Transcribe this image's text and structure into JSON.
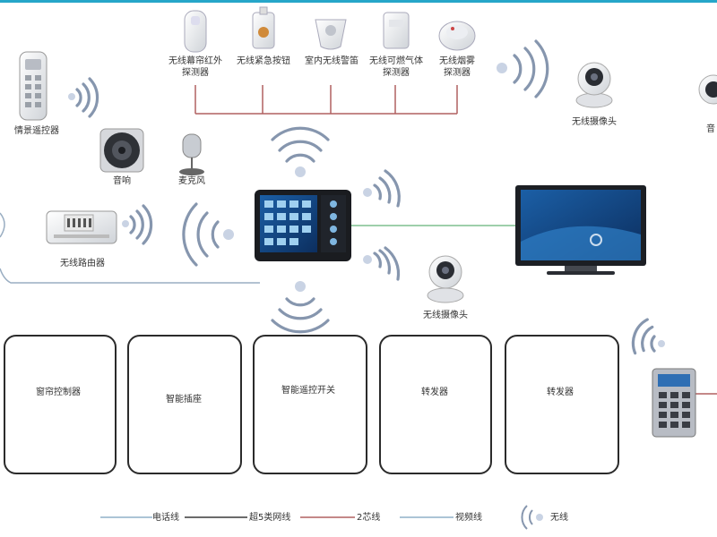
{
  "top_sensors": [
    {
      "label": "无线幕帘红外\n探测器",
      "icon": "curtain-ir-sensor"
    },
    {
      "label": "无线紧急按钮",
      "icon": "panic-button"
    },
    {
      "label": "室内无线警笛",
      "icon": "siren"
    },
    {
      "label": "无线可燃气体\n探测器",
      "icon": "gas-detector"
    },
    {
      "label": "无线烟雾\n探测器",
      "icon": "smoke-detector"
    }
  ],
  "devices": {
    "scene_remote": "情景遥控器",
    "speaker": "音响",
    "microphone": "麦克风",
    "wireless_router": "无线路由器",
    "camera_top": "无线摄像头",
    "camera_mid": "无线摄像头",
    "camera_right_cut": "音"
  },
  "boxes": [
    {
      "top": "窗帘控制器",
      "icon_top": "curtain-controller",
      "icon_bottom": "curtain"
    },
    {
      "top": "智能插座",
      "icon_top": "smart-socket",
      "icon_bottom": "rice-cooker"
    },
    {
      "top": "智能遥控开关",
      "icon_top": "smart-switch",
      "icon_bottom": "table-lamp"
    },
    {
      "top": "转发器",
      "icon_top": "ir-repeater",
      "icon_bottom": "monitor"
    },
    {
      "top": "转发器",
      "icon_top": "ir-repeater",
      "icon_bottom": "air-conditioner"
    }
  ],
  "legend": [
    {
      "label": "电话线",
      "color": "#8fb0c8"
    },
    {
      "label": "超5类网线",
      "color": "#3a3a3a"
    },
    {
      "label": "2芯线",
      "color": "#b06060"
    },
    {
      "label": "视频线",
      "color": "#8fb0c8"
    },
    {
      "label": "无线",
      "color": "#7a9ac0"
    }
  ],
  "colors": {
    "bus": "#b06060",
    "video": "#7fbf8f",
    "network": "#8aa0b8",
    "wifi": "#7a8ea8",
    "accent": "#26a6c9"
  }
}
